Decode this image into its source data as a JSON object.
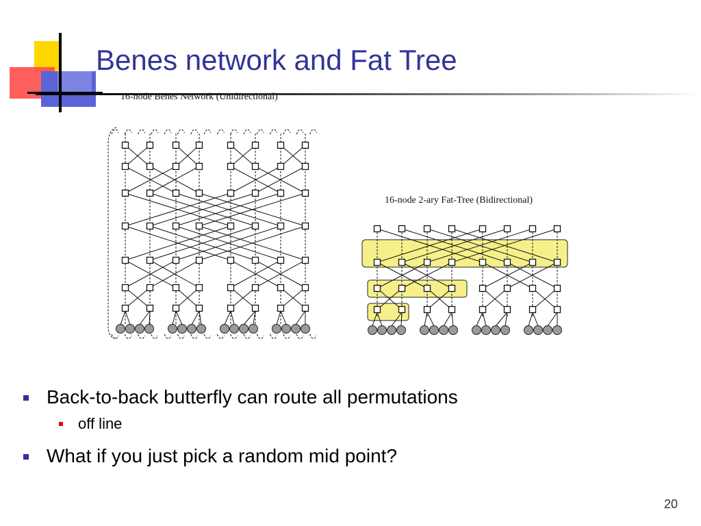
{
  "slide": {
    "title": "Benes network and Fat Tree",
    "number": "20"
  },
  "diagrams": {
    "benes_caption": "16-node Benes Network (Unidirectional)",
    "fattree_caption": "16-node 2-ary Fat-Tree (Bidirectional)"
  },
  "bullets": [
    {
      "text": "Back-to-back butterfly can route all permutations",
      "level": 1
    },
    {
      "text": "off line",
      "level": 2
    },
    {
      "text": "What if you just pick a random mid point?",
      "level": 1
    }
  ],
  "colors": {
    "title": "#333399",
    "bullet_primary": "#333399",
    "bullet_secondary": "#e0001b",
    "highlight": "#f7f08a"
  }
}
